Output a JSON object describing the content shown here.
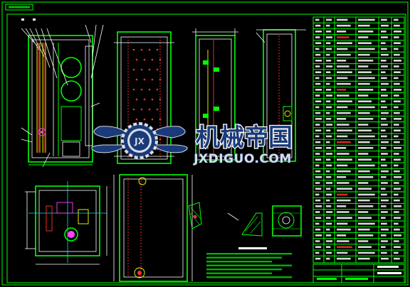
{
  "watermark": {
    "brand_cn": "机械帝国",
    "url": "JXDIGUO.COM",
    "emblem_letters": "JX"
  },
  "colors": {
    "background": "#000000",
    "outline": "#00ff00",
    "detail": "#ffffff",
    "hidden_line": "#ff3030",
    "table_fill": "#00ff00",
    "brand_blue": "#1a3a7a",
    "brand_silver": "#d8dde6"
  },
  "icons": [
    "jx-gear-wings-emblem"
  ]
}
